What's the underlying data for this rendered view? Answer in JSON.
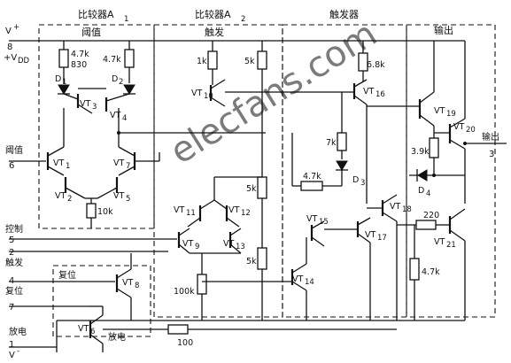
{
  "blocks": {
    "comparator1": "比较器A",
    "comparator1_sub": "1",
    "comparator2": "比较器A",
    "comparator2_sub": "2",
    "trigger": "触发器",
    "output": "输出"
  },
  "section_labels": {
    "threshold_top": "阈值",
    "trigger_top": "触发"
  },
  "supply": {
    "v_plus": "V",
    "v_plus_sup": "+",
    "pin8_label": "8",
    "vdd": "+V",
    "vdd_sub": "DD",
    "v_minus": "V",
    "v_minus_sup": "-"
  },
  "pins": {
    "threshold_label": "阈值",
    "threshold_pin": "6",
    "control_label": "控制",
    "control_pin": "5",
    "pin2": "2",
    "trigger_label": "触发",
    "pin4": "4",
    "reset_label": "复位",
    "reset_label_inner": "复位",
    "pin7": "7",
    "discharge_label": "放电",
    "discharge_label_inner": "放电",
    "pin1": "1",
    "output_label": "输出",
    "output_pin": "3"
  },
  "transistors": {
    "vt1": "VT",
    "vt1_sub": "1",
    "vt2": "VT",
    "vt2_sub": "2",
    "vt3": "VT",
    "vt3_sub": "3",
    "vt4": "VT",
    "vt4_sub": "4",
    "vt5": "VT",
    "vt5_sub": "5",
    "vt6": "VT",
    "vt6_sub": "6",
    "vt7": "VT",
    "vt7_sub": "7",
    "vt8": "VT",
    "vt8_sub": "8",
    "vt9": "VT",
    "vt9_sub": "9",
    "vt10": "VT",
    "vt10_sub": "10",
    "vt11": "VT",
    "vt11_sub": "11",
    "vt12": "VT",
    "vt12_sub": "12",
    "vt13": "VT",
    "vt13_sub": "13",
    "vt14": "VT",
    "vt14_sub": "14",
    "vt15": "VT",
    "vt15_sub": "15",
    "vt16": "VT",
    "vt16_sub": "16",
    "vt17": "VT",
    "vt17_sub": "17",
    "vt18": "VT",
    "vt18_sub": "18",
    "vt19": "VT",
    "vt19_sub": "19",
    "vt20": "VT",
    "vt20_sub": "20",
    "vt21": "VT",
    "vt21_sub": "21"
  },
  "diodes": {
    "d1": "D",
    "d1_sub": "1",
    "d2": "D",
    "d2_sub": "2",
    "d3": "D",
    "d3_sub": "3",
    "d4": "D",
    "d4_sub": "4"
  },
  "resistors": {
    "r_4k7_a": "4.7k",
    "r_830": "830",
    "r_4k7_b": "4.7k",
    "r_10k": "10k",
    "r_1k": "1k",
    "r_5k_top": "5k",
    "r_5k_mid": "5k",
    "r_5k_bot": "5k",
    "r_100k": "100k",
    "r_6k8": "6.8k",
    "r_7k": "7k",
    "r_4k7_trig": "4.7k",
    "r_3k9": "3.9k",
    "r_220": "220",
    "r_4k7_out": "4.7k",
    "r_100": "100"
  },
  "watermark": "elecfans.com"
}
